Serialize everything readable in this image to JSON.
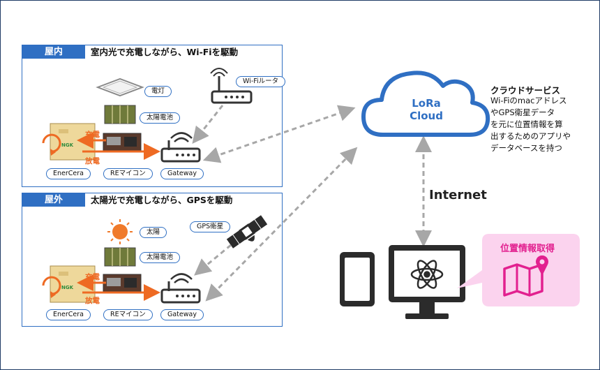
{
  "indoor": {
    "label": "屋内",
    "title": "室内光で充電しながら、Wi-Fiを駆動",
    "tags": {
      "light": "電灯",
      "solar": "太陽電池",
      "router": "Wi-Fiルータ",
      "enercera": "EnerCera",
      "mcu": "REマイコン",
      "gateway": "Gateway"
    },
    "charge": "充電",
    "discharge": "放電",
    "battery_brand": "NGK"
  },
  "outdoor": {
    "label": "屋外",
    "title": "太陽光で充電しながら、GPSを駆動",
    "tags": {
      "sun": "太陽",
      "solar": "太陽電池",
      "gps": "GPS衛星",
      "enercera": "EnerCera",
      "mcu": "REマイコン",
      "gateway": "Gateway"
    },
    "charge": "充電",
    "discharge": "放電",
    "battery_brand": "NGK"
  },
  "cloud": {
    "name_line1": "LoRa",
    "name_line2": "Cloud",
    "service_title": "クラウドサービス",
    "service_lines": [
      "Wi-Fiのmacアドレス",
      "やGPS衛星データ",
      "を元に位置情報を算",
      "出するためのアプリや",
      "データベースを持つ"
    ]
  },
  "internet_label": "Internet",
  "location_label": "位置情報取得",
  "colors": {
    "accent_blue": "#2f6fc3",
    "orange": "#ee6a23",
    "magenta": "#e2208f",
    "pink_bg": "#fbd3ee",
    "gray_arrow": "#a7a7a7"
  }
}
